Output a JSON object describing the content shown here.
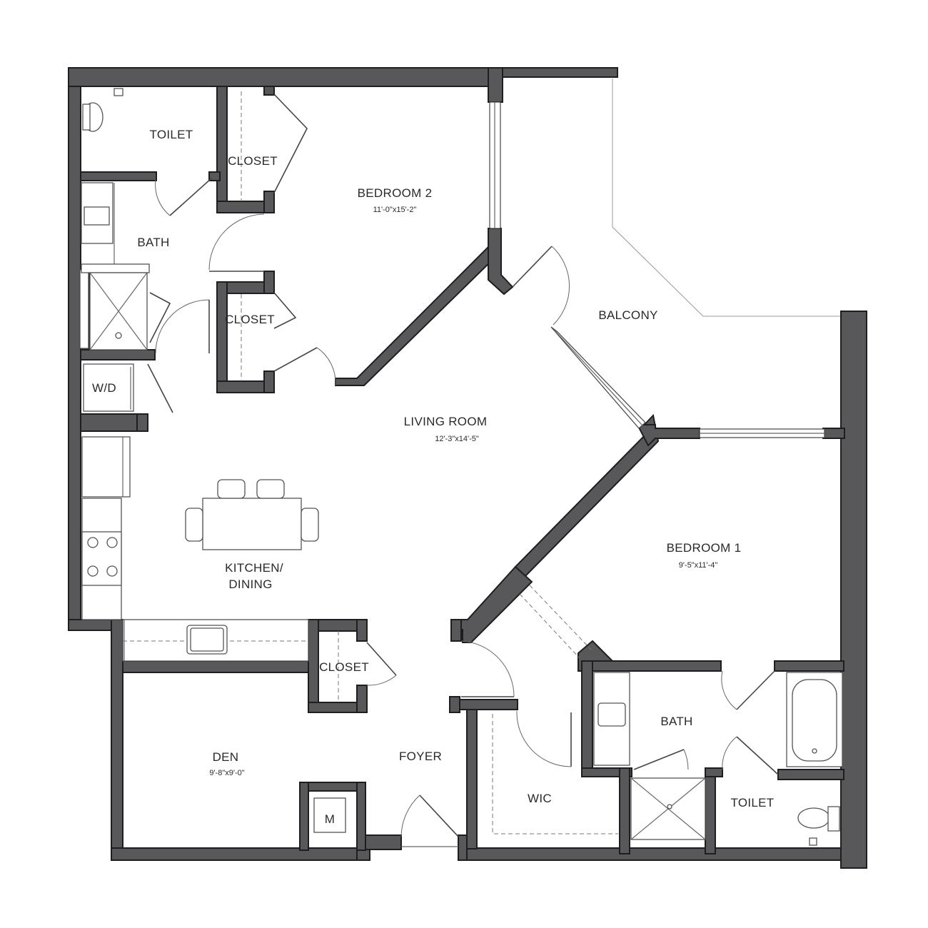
{
  "rooms": {
    "toilet_top": "TOILET",
    "closet_b2_top": "CLOSET",
    "bedroom2": "BEDROOM 2",
    "bedroom2_dim": "11'-0\"x15'-2\"",
    "bath_left": "BATH",
    "closet_b2_bottom": "CLOSET",
    "wd": "W/D",
    "balcony": "BALCONY",
    "living": "LIVING ROOM",
    "living_dim": "12'-3\"x14'-5\"",
    "kitchen_line1": "KITCHEN/",
    "kitchen_line2": "DINING",
    "bedroom1": "BEDROOM 1",
    "bedroom1_dim": "9'-5\"x11'-4\"",
    "closet_foyer": "CLOSET",
    "bath_right": "BATH",
    "den": "DEN",
    "den_dim": "9'-8\"x9'-0\"",
    "foyer": "FOYER",
    "wic": "WIC",
    "toilet_right": "TOILET",
    "mech": "M"
  },
  "colors": {
    "wall": "#58585a",
    "wall_outline": "#1e1e1e",
    "line": "#666666"
  }
}
